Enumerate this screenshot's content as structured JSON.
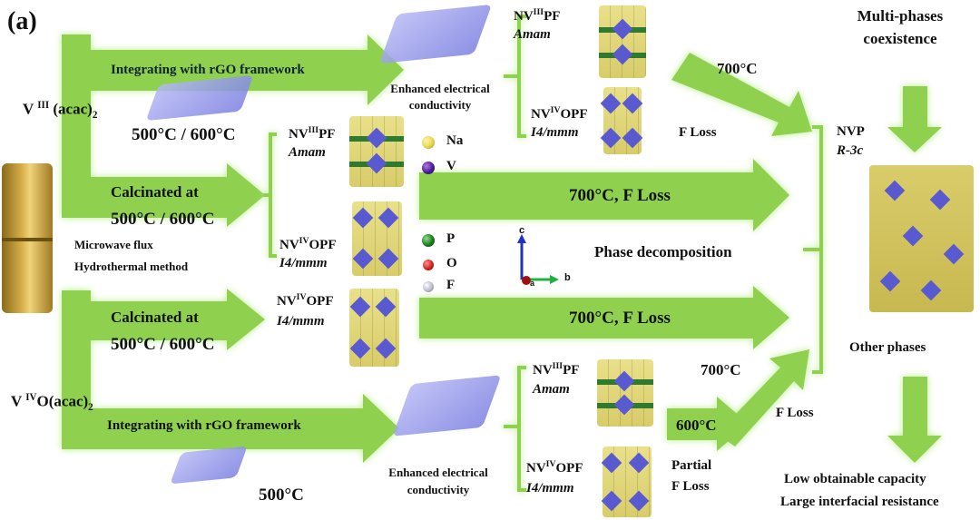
{
  "panel_label": "(a)",
  "precursors": {
    "v3": {
      "prefix": "V ",
      "ox": "III",
      "suffix": " (acac)",
      "sub": "2"
    },
    "v4": {
      "prefix": "V ",
      "ox": "IV",
      "suffix": "O(acac)",
      "sub": "2"
    }
  },
  "synthesis": {
    "line1": "Microwave flux",
    "line2": "Hydrothermal method"
  },
  "routes": {
    "top_rgo": "Integrating with rGO framework",
    "top_rgo_temp": "500°C / 600°C",
    "top_calc": "Calcinated at",
    "top_calc_temp": "500°C / 600°C",
    "bottom_calc": "Calcinated at",
    "bottom_calc_temp": "500°C / 600°C",
    "bottom_rgo": "Integrating with rGO framework",
    "bottom_rgo_temp": "500°C"
  },
  "enhanced": {
    "line1": "Enhanced electrical",
    "line2": "conductivity"
  },
  "phases": {
    "nv3pf": {
      "prefix": "NV",
      "ox": "III",
      "suffix": "PF",
      "space_group": "Amam"
    },
    "nv4opf": {
      "prefix": "NV",
      "ox": "IV",
      "suffix": "OPF",
      "space_group": "I4/mmm"
    },
    "nvp": {
      "name": "NVP",
      "space_group": "R-3c"
    }
  },
  "legend": [
    {
      "label": "Na",
      "color": "#e6d64a"
    },
    {
      "label": "V",
      "color": "#4b1a9a"
    },
    {
      "label": "P",
      "color": "#1f7a1f"
    },
    {
      "label": "O",
      "color": "#d42020"
    },
    {
      "label": "F",
      "color": "#b8bccc"
    }
  ],
  "axes": {
    "c": "c",
    "b": "b",
    "a": "a"
  },
  "transitions": {
    "top_700": "700°C",
    "top_floss": "F Loss",
    "mid1": "700°C, F Loss",
    "mid2": "700°C, F Loss",
    "phase_decomp": "Phase decomposition",
    "bottom_700": "700°C",
    "bottom_600": "600°C",
    "partial1": "Partial",
    "partial2": "F Loss",
    "bottom_floss": "F Loss"
  },
  "outcome": {
    "multi1": "Multi-phases",
    "multi2": "coexistence",
    "other": "Other phases",
    "result1": "Low obtainable capacity",
    "result2": "Large interfacial resistance"
  },
  "colors": {
    "arrow": "#8fd14f",
    "glow": "#c9f0a0"
  }
}
